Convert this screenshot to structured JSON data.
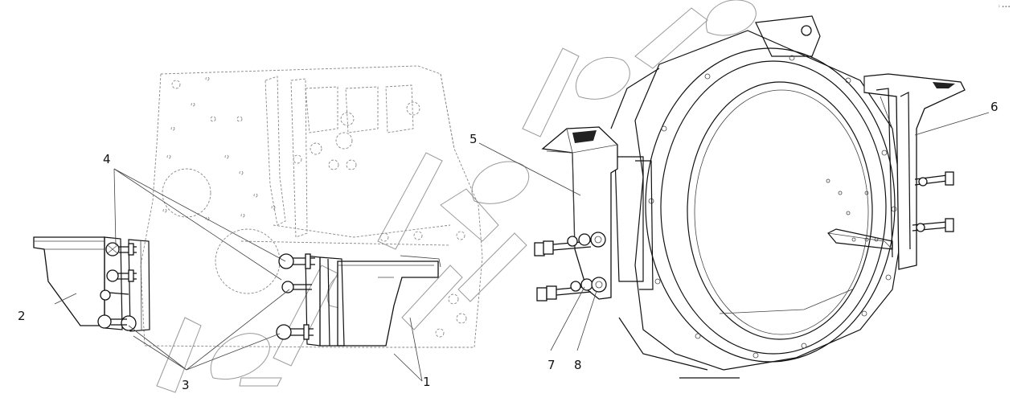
{
  "corner_mark": "⹀ ∙∙∙",
  "callouts": {
    "c1": "1",
    "c2": "2",
    "c3": "3",
    "c4": "4",
    "c5": "5",
    "c6": "6",
    "c7": "7",
    "c8": "8"
  },
  "colors": {
    "line": "#111111",
    "background": "#ffffff",
    "watermark": "#9a9a9a"
  }
}
